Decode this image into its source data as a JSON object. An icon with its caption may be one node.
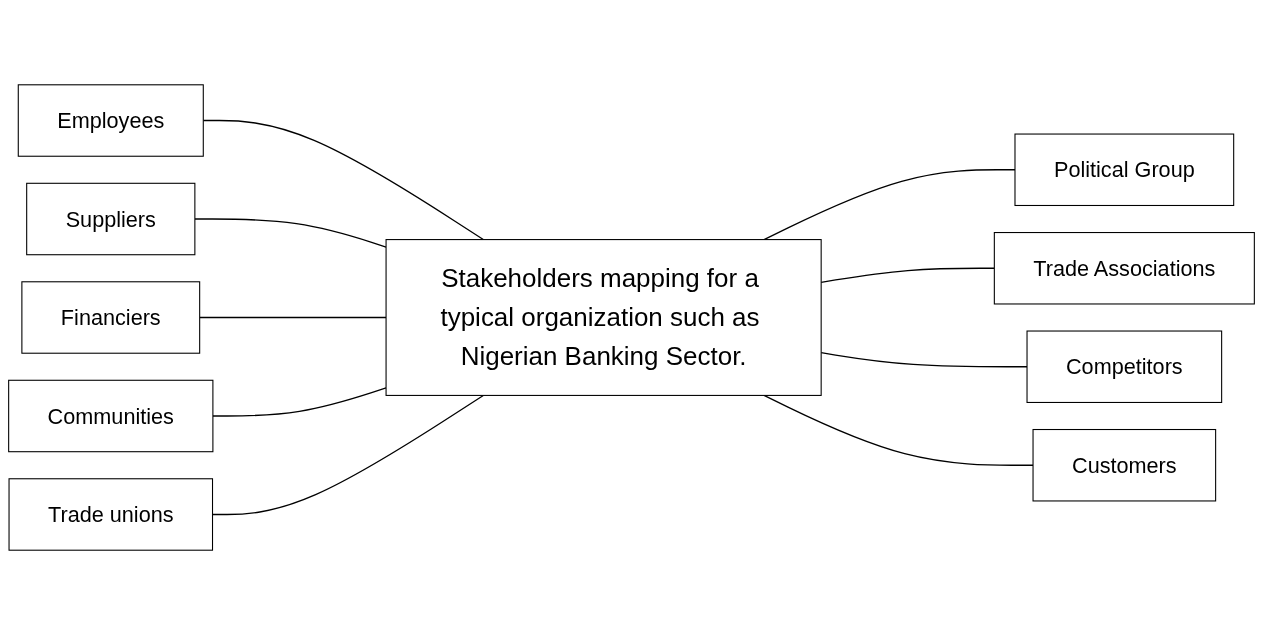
{
  "diagram": {
    "nodes": [
      {
        "text": [
          "Employees"
        ]
      },
      {
        "text": [
          "Suppliers"
        ]
      },
      {
        "text": [
          "Financiers"
        ]
      },
      {
        "text": [
          "Communities"
        ]
      },
      {
        "text": [
          "Trade unions"
        ]
      },
      {
        "text": [
          "Stakeholders mapping for a typical organization such as Nigerian Banking Sector."
        ]
      },
      {
        "text": [
          "Political Group"
        ]
      },
      {
        "text": [
          "Trade Associations"
        ]
      },
      {
        "text": [
          "Competitors"
        ]
      },
      {
        "text": [
          "Customers"
        ]
      }
    ],
    "edges": [
      {
        "from": 0,
        "to": 5,
        "arrow": "none"
      },
      {
        "from": 1,
        "to": 5,
        "arrow": "none"
      },
      {
        "from": 2,
        "to": 5,
        "arrow": "none"
      },
      {
        "from": 3,
        "to": 5,
        "arrow": "none"
      },
      {
        "from": 4,
        "to": 5,
        "arrow": "none"
      },
      {
        "from": 5,
        "to": 6,
        "arrow": "none"
      },
      {
        "from": 5,
        "to": 7,
        "arrow": "none"
      },
      {
        "from": 5,
        "to": 8,
        "arrow": "none"
      },
      {
        "from": 5,
        "to": 9,
        "arrow": "none"
      }
    ]
  }
}
